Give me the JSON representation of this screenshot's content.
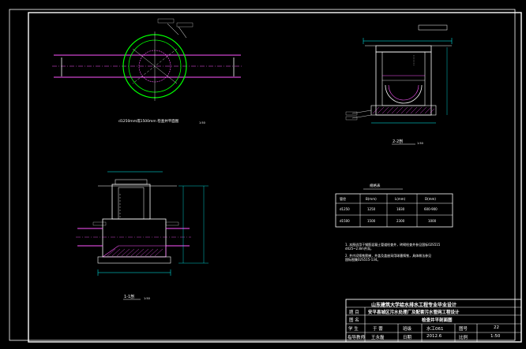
{
  "view_plan": {
    "caption": "d1250mm或1500mm 检查井平面图",
    "scale": "1:50"
  },
  "view_section_22": {
    "caption": "2-2剖",
    "scale": "1:50"
  },
  "view_section_11": {
    "caption": "1-1剖",
    "scale": "1:50"
  },
  "size_table": {
    "title": "规格表",
    "headers": [
      "管径",
      "B(mm)",
      "L(mm)",
      "D(mm)"
    ],
    "rows": [
      [
        "d1250",
        "1250",
        "1830",
        "600-900"
      ],
      [
        "d1500",
        "1500",
        "2300",
        "1000"
      ]
    ]
  },
  "notes": {
    "line1": "1. 本图适用于钢筋混凝土管道检查井，砖砌检查井参见国标02S515",
    "line2": "   d425~2.8m井深。",
    "line3": "2. 井内设铸铁爬梯，井盖及盖座采用球墨铸铁，具体做法参见",
    "line4": "   国标图集02S515-134。"
  },
  "title_block": {
    "school": "山东建筑大学给水排水工程专业毕业设计",
    "label_title": "题  目",
    "project": "安平县城区污水处理厂及配套污水管网工程设计",
    "label_drawing": "图  名",
    "drawing_name": "检查井平剖面图",
    "label_student": "学  生",
    "student": "于  蕾",
    "label_class": "班级",
    "class_value": "水工061",
    "label_sheet": "图号",
    "sheet_no": "22",
    "label_advisor": "指导教师",
    "advisor": "王永磊",
    "label_date": "日期",
    "date": "2012.6",
    "label_scale": "比例",
    "scale": "1:50"
  },
  "colors": {
    "background": "#000000",
    "lines": "#ffffff",
    "pipe": "#ff55ff",
    "manhole": "#00ff00",
    "dimension": "#00ffff",
    "labels": "#ffff55",
    "hatch": "#ff55ff"
  }
}
